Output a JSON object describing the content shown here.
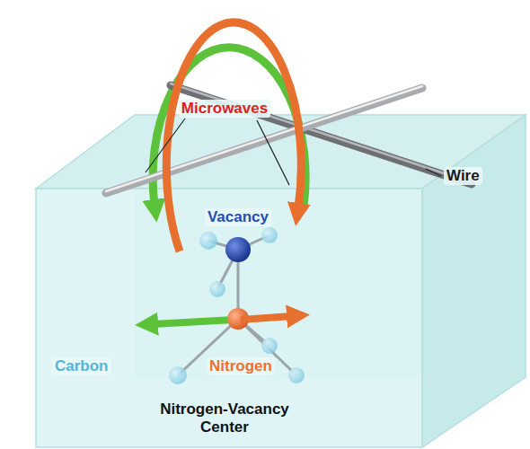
{
  "diagram": {
    "labels": [
      "Microwaves",
      "Wire",
      "Vacancy",
      "Carbon",
      "Nitrogen",
      "Nitrogen-Vacancy Center"
    ]
  }
}
